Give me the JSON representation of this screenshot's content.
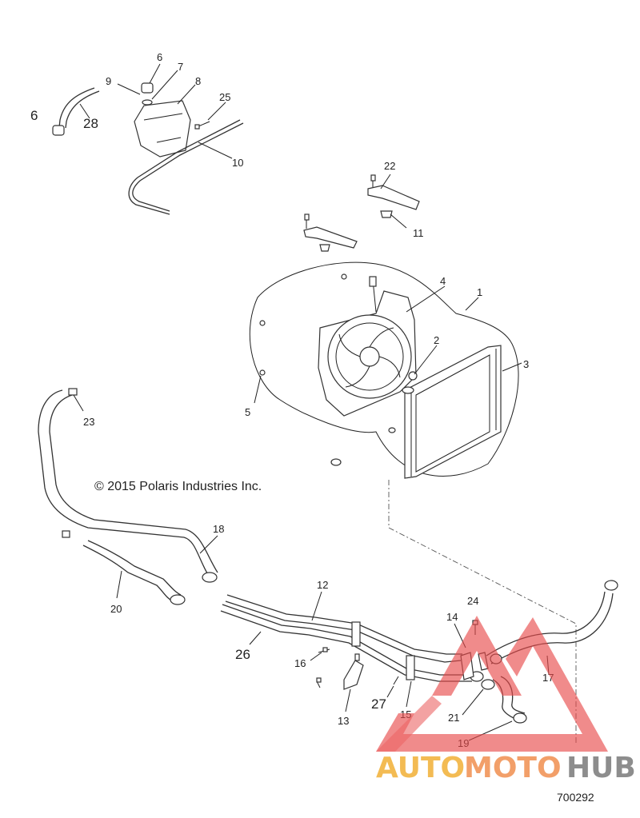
{
  "callouts": {
    "c1": "1",
    "c2": "2",
    "c3": "3",
    "c4": "4",
    "c5": "5",
    "c6a": "6",
    "c6b": "6",
    "c7": "7",
    "c8": "8",
    "c9": "9",
    "c10": "10",
    "c11": "11",
    "c12": "12",
    "c13": "13",
    "c14": "14",
    "c15": "15",
    "c16": "16",
    "c17": "17",
    "c18": "18",
    "c19": "19",
    "c20": "20",
    "c21": "21",
    "c22": "22",
    "c23": "23",
    "c24": "24",
    "c25": "25",
    "c26": "26",
    "c27": "27",
    "c28": "28"
  },
  "copyright": "© 2015 Polaris Industries Inc.",
  "diagram_number": "700292",
  "watermark": {
    "brand_part1": "AUTO",
    "brand_part2": "MOTO",
    "brand_part3": "HUB",
    "color_yellow": "#f2b036",
    "color_orange": "#f08f4f",
    "color_gray": "#7a7a7a",
    "triangle_color": "#e84a4a"
  }
}
